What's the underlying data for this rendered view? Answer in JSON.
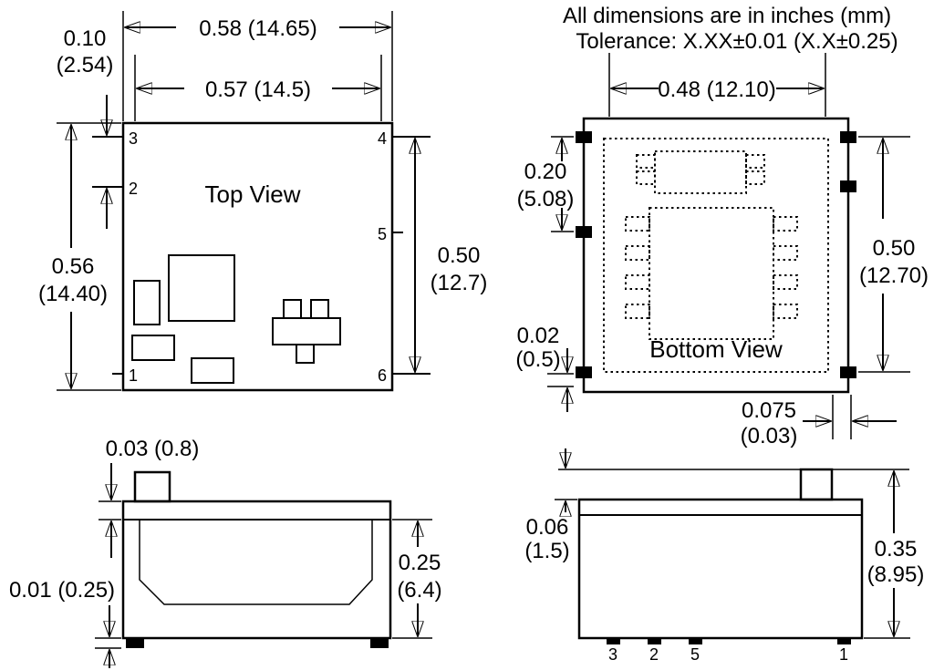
{
  "header": {
    "note_line1": "All dimensions are in inches (mm)",
    "note_line2": "Tolerance: X.XX±0.01 (X.X±0.25)"
  },
  "top_view": {
    "label": "Top View",
    "dim_width_outer": "0.58 (14.65)",
    "dim_width_inner": "0.57 (14.5)",
    "dim_pin_pitch": [
      "0.10",
      "(2.54)"
    ],
    "dim_height": [
      "0.56",
      "(14.40)"
    ],
    "dim_pin_span": [
      "0.50",
      "(12.7)"
    ],
    "pins": {
      "p1": "1",
      "p2": "2",
      "p3": "3",
      "p4": "4",
      "p5": "5",
      "p6": "6"
    }
  },
  "bottom_view": {
    "label": "Bottom View",
    "dim_width": "0.48 (12.10)",
    "dim_pad_pitch": [
      "0.20",
      "(5.08)"
    ],
    "dim_pad_gap": [
      "0.02",
      "(0.5)"
    ],
    "dim_height": [
      "0.50",
      "(12.70)"
    ],
    "dim_pad_width": [
      "0.075",
      "(0.03)"
    ]
  },
  "side_view_left": {
    "dim_lid": "0.03 (0.8)",
    "dim_standoff": "0.01 (0.25)",
    "dim_height": [
      "0.25",
      "(6.4)"
    ]
  },
  "side_view_right": {
    "dim_step": [
      "0.06",
      "(1.5)"
    ],
    "dim_height": [
      "0.35",
      "(8.95)"
    ],
    "pins": {
      "p3": "3",
      "p2": "2",
      "p5": "5",
      "p1": "1"
    }
  },
  "colors": {
    "ink": "#000000",
    "background": "#ffffff"
  }
}
